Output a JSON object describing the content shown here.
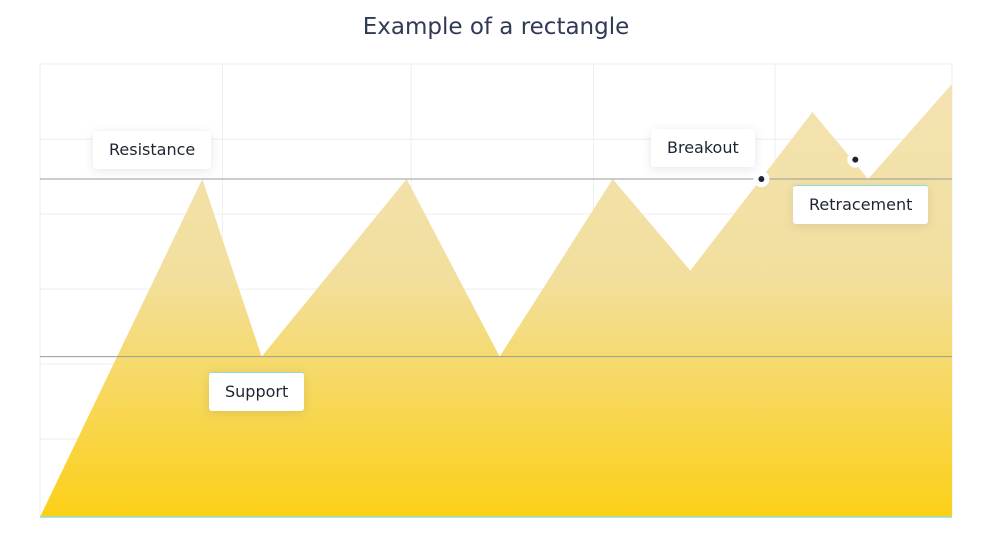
{
  "title": "Example of a rectangle",
  "colors": {
    "fill_top": "#f3e3b2",
    "fill_bottom": "#fcd017",
    "gridline": "#eceef2",
    "level_line": "#9a9a9a",
    "baseline": "#8fe0d0",
    "marker": "#1d2433"
  },
  "chart_data": {
    "type": "area",
    "title": "Example of a rectangle",
    "xlabel": "",
    "ylabel": "",
    "xlim": [
      0,
      100
    ],
    "ylim": [
      0,
      100
    ],
    "grid": true,
    "series": [
      {
        "x": [
          0,
          17.8,
          24.3,
          40.2,
          50.4,
          62.8,
          71.3,
          84.7,
          90.8,
          100
        ],
        "values": [
          0,
          74.6,
          35.4,
          74.6,
          35.4,
          74.6,
          54.4,
          89.4,
          74.6,
          95.6
        ]
      }
    ],
    "levels": [
      {
        "name": "resistance",
        "value": 74.6
      },
      {
        "name": "support",
        "value": 35.4
      }
    ],
    "markers": [
      {
        "name": "breakout",
        "x": 79.1,
        "y": 74.6
      },
      {
        "name": "retracement",
        "x": 89.4,
        "y": 78.9
      }
    ],
    "annotations": [
      {
        "key": "resistance",
        "text": "Resistance"
      },
      {
        "key": "support",
        "text": "Support"
      },
      {
        "key": "breakout",
        "text": "Breakout"
      },
      {
        "key": "retracement",
        "text": "Retracement"
      }
    ]
  }
}
